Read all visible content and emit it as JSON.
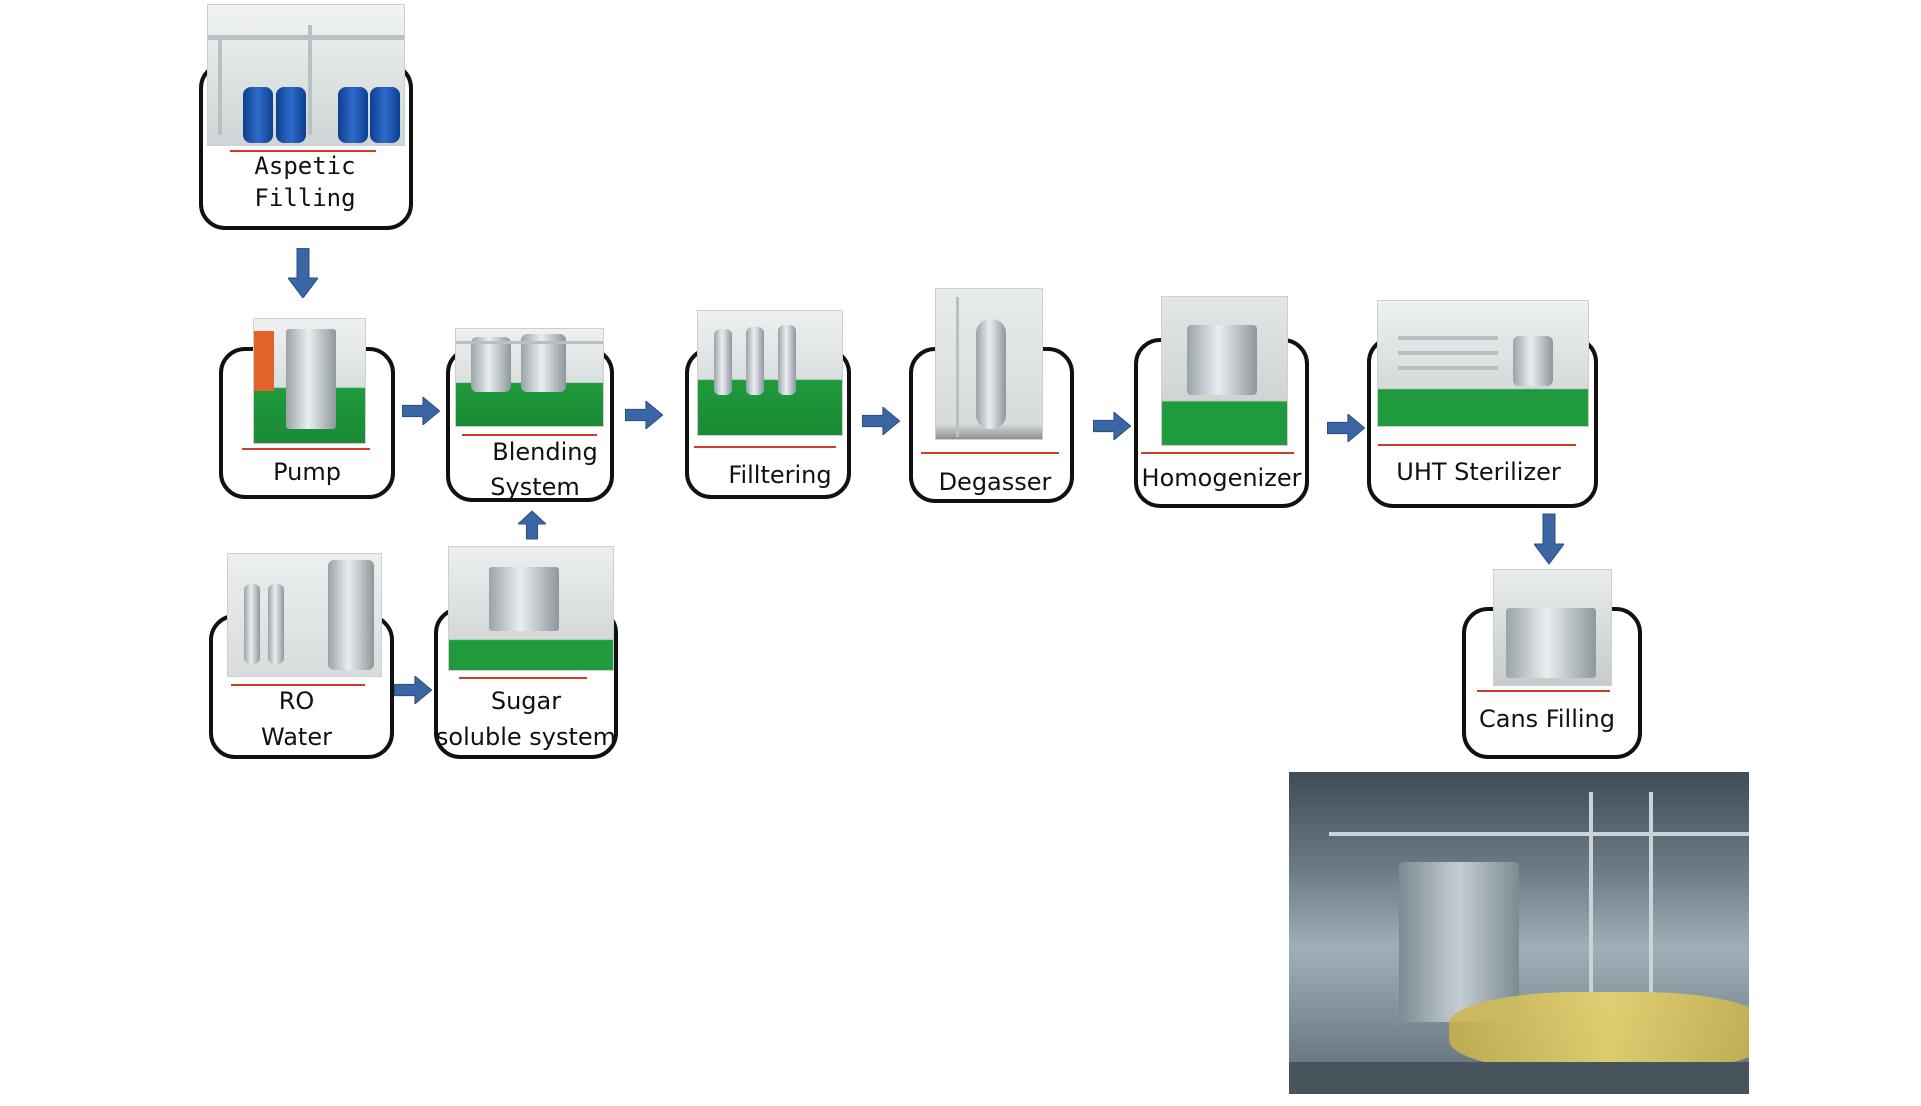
{
  "steps": {
    "aseptic_filling": {
      "line1": "Aspetic",
      "line2": "Filling"
    },
    "pump": {
      "label": "Pump"
    },
    "blending": {
      "line1": "Blending",
      "line2": "System"
    },
    "filtering": {
      "label": "Filltering"
    },
    "degasser": {
      "label": "Degasser"
    },
    "homogenizer": {
      "label": "Homogenizer"
    },
    "uht": {
      "label": "UHT Sterilizer"
    },
    "cans_filling": {
      "label": "Cans Filling"
    },
    "ro_water": {
      "line1": "RO",
      "line2": "Water"
    },
    "sugar": {
      "line1": "Sugar",
      "line2": "soluble system"
    }
  },
  "colors": {
    "arrow": "#3b66a4",
    "node_border": "#111111",
    "label_underline": "#d23a2a",
    "floor_green": "#1f9a3c"
  },
  "icons": {
    "arrow": "block-arrow-icon"
  }
}
